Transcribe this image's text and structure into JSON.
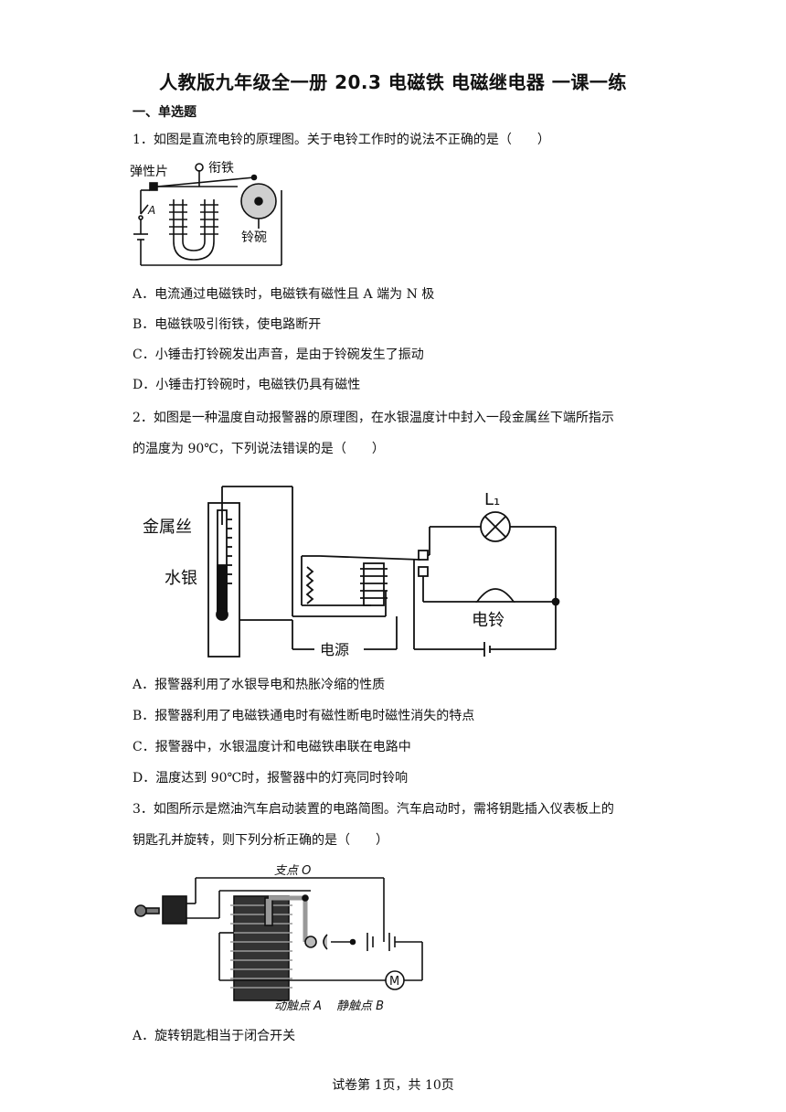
{
  "title": "人教版九年级全一册 20.3 电磁铁 电磁继电器 一课一练",
  "section": "一、单选题",
  "q1": {
    "stem": "1．如图是直流电铃的原理图。关于电铃工作时的说法不正确的是（　　）",
    "fig_labels": {
      "spring": "弹性片",
      "armature": "衔铁",
      "a": "A",
      "bowl": "铃碗"
    },
    "options": [
      "A．电流通过电磁铁时，电磁铁有磁性且 A 端为 N 极",
      "B．电磁铁吸引衔铁，使电路断开",
      "C．小锤击打铃碗发出声音，是由于铃碗发生了振动",
      "D．小锤击打铃碗时，电磁铁仍具有磁性"
    ]
  },
  "q2": {
    "stem_1": "2．如图是一种温度自动报警器的原理图，在水银温度计中封入一段金属丝下端所指示",
    "stem_2": "的温度为 90℃，下列说法错误的是（　　）",
    "fig_labels": {
      "wire": "金属丝",
      "mercury": "水银",
      "lamp": "L₁",
      "bell": "电铃",
      "source": "电源"
    },
    "options": [
      "A．报警器利用了水银导电和热胀冷缩的性质",
      "B．报警器利用了电磁铁通电时有磁性断电时磁性消失的特点",
      "C．报警器中，水银温度计和电磁铁串联在电路中",
      "D．温度达到 90℃时，报警器中的灯亮同时铃响"
    ]
  },
  "q3": {
    "stem_1": "3．如图所示是燃油汽车启动装置的电路简图。汽车启动时，需将钥匙插入仪表板上的",
    "stem_2": "钥匙孔并旋转，则下列分析正确的是（　　）",
    "fig_labels": {
      "pivot": "支点 O",
      "moving": "动触点 A",
      "static": "静触点 B",
      "motor": "M"
    },
    "options": [
      "A．旋转钥匙相当于闭合开关"
    ]
  },
  "footer": "试卷第 1页，共 10页"
}
